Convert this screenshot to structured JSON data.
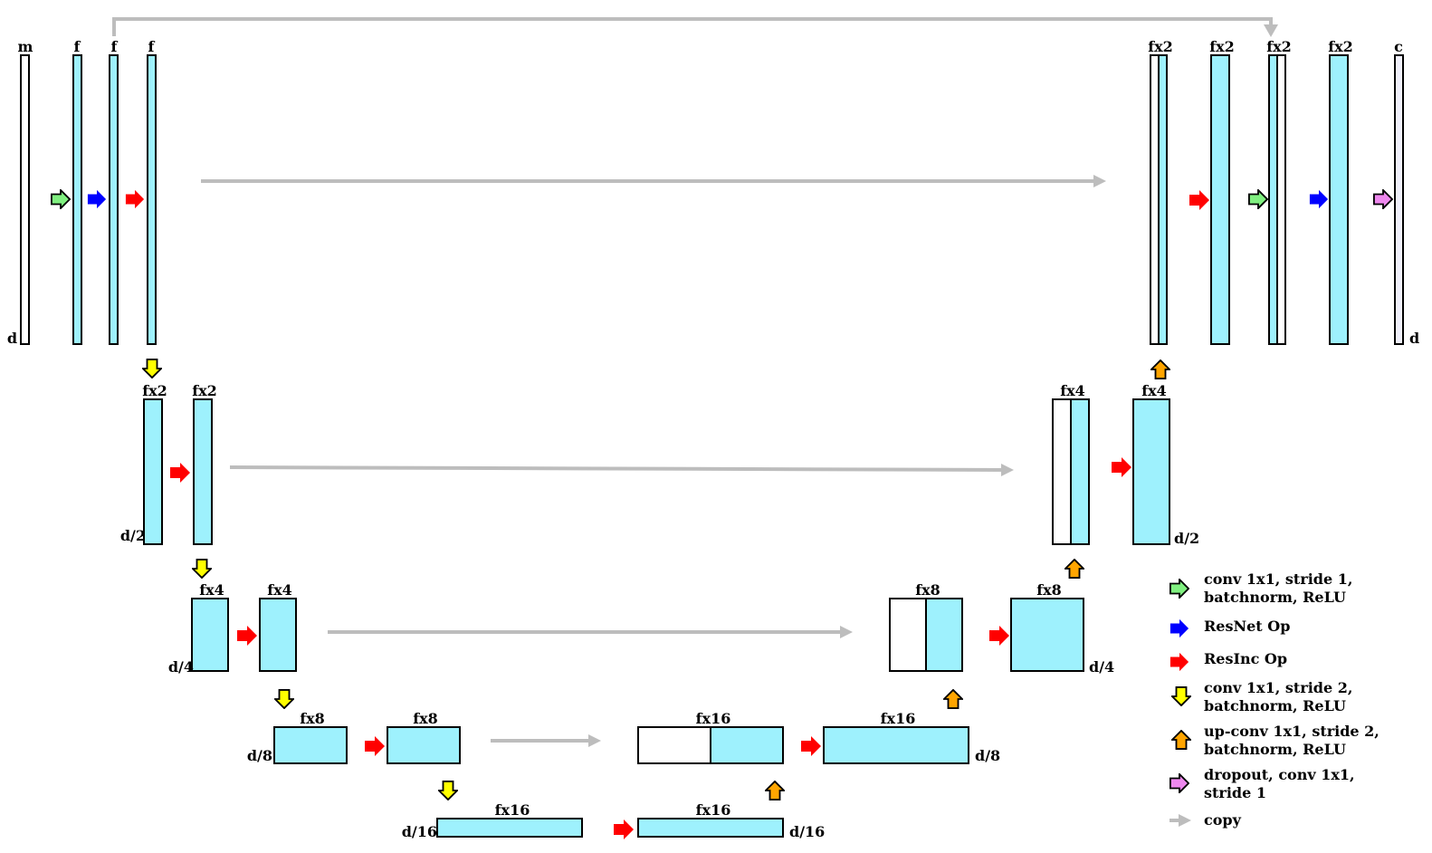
{
  "labels": {
    "m": "m",
    "f": "f",
    "fx2": "fx2",
    "fx4": "fx4",
    "fx8": "fx8",
    "fx16": "fx16",
    "c": "c",
    "d": "d",
    "d2": "d/2",
    "d4": "d/4",
    "d8": "d/8",
    "d16": "d/16"
  },
  "legend": {
    "green": [
      "conv 1x1, stride 1,",
      "batchnorm, ReLU"
    ],
    "blue": [
      "ResNet Op"
    ],
    "red": [
      "ResInc Op"
    ],
    "yellow": [
      "conv 1x1, stride 2,",
      "batchnorm, ReLU"
    ],
    "orange": [
      "up-conv 1x1, stride 2,",
      "batchnorm, ReLU"
    ],
    "pink": [
      "dropout, conv 1x1,",
      "stride 1"
    ],
    "copy": [
      "copy"
    ]
  },
  "colors": {
    "block": "#9ef1fd",
    "green_arrow": "#80f080",
    "blue_arrow": "#0000ff",
    "red_arrow": "#ff0000",
    "yellow_arrow": "#ffff00",
    "orange_arrow": "#ffa500",
    "pink_arrow": "#ee88ee",
    "copy_arrow": "#bdbdbd"
  }
}
